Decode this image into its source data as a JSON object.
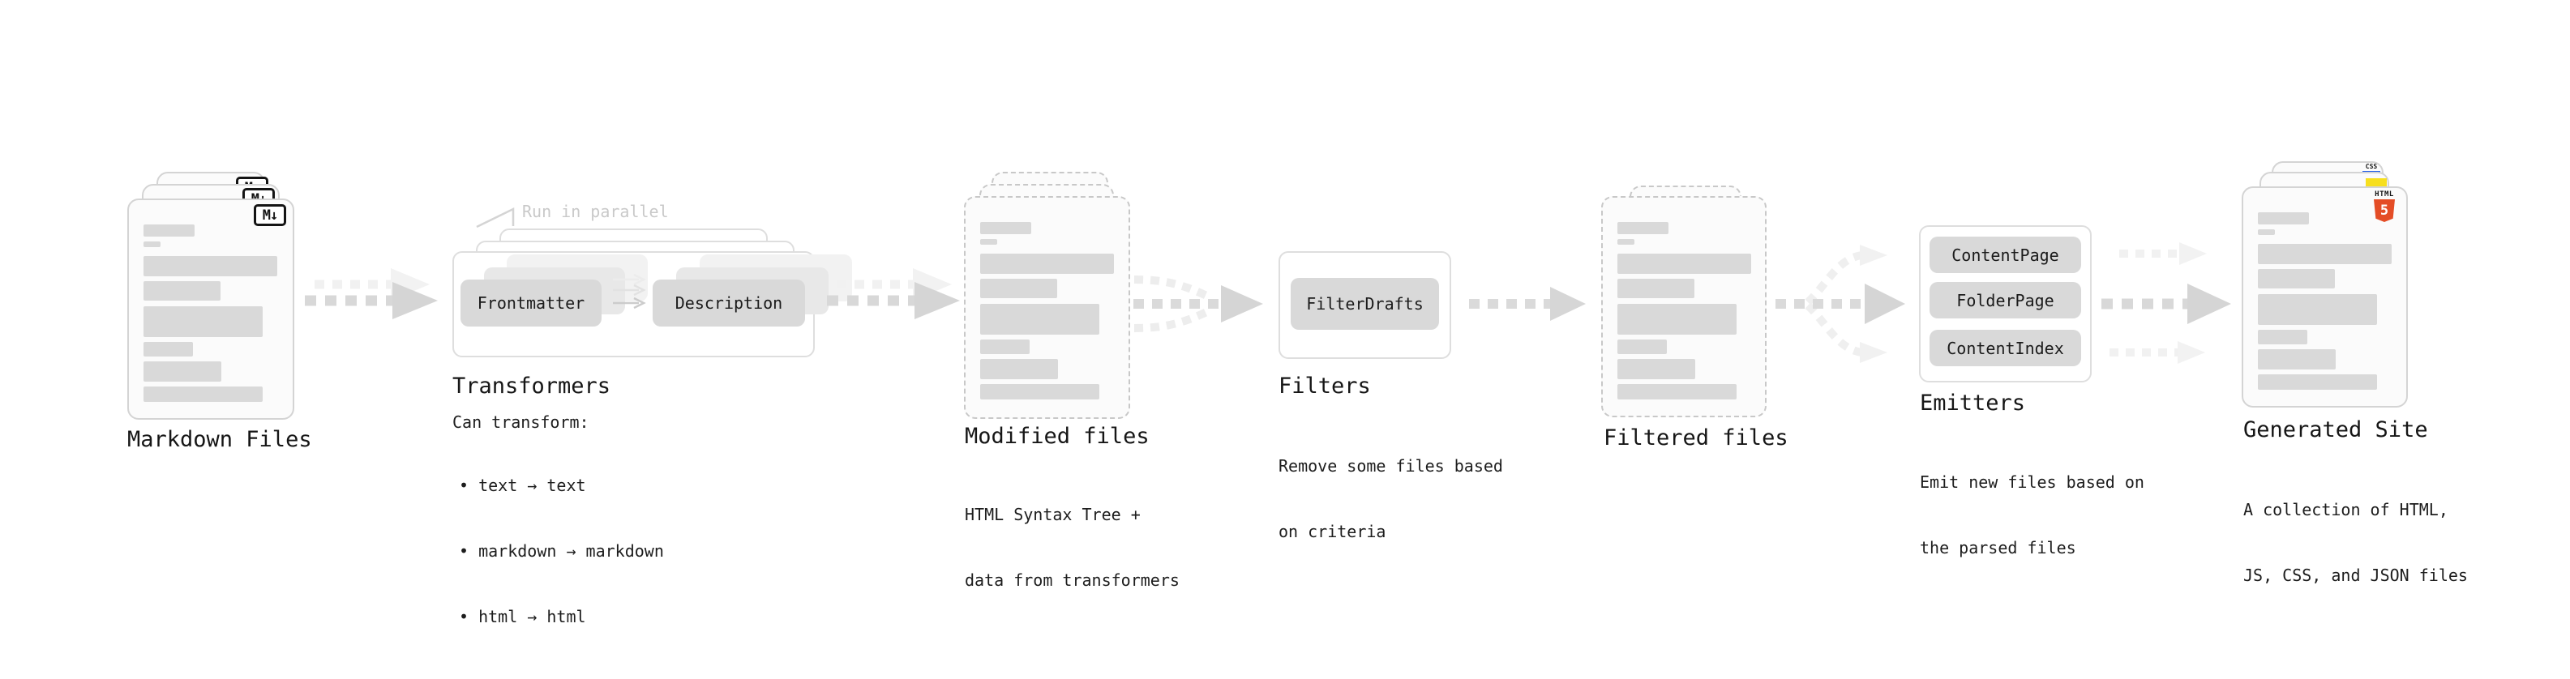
{
  "colors": {
    "card_border": "#d4d4d4",
    "placeholder_gray": "#d9d9d9",
    "arrow_gray": "#d6d6d6",
    "arrow_light": "#f0f0f0",
    "html5_orange": "#e44d26",
    "js_yellow": "#f7df1e",
    "css_blue": "#2862e9"
  },
  "stages": {
    "markdown": {
      "label": "Markdown Files",
      "badge": "M↓"
    },
    "transformers": {
      "label": "Transformers",
      "annotation": "Run in parallel",
      "box_frontmatter": "Frontmatter",
      "box_description": "Description",
      "caption_title": "Can transform:",
      "bullets": [
        "• text → text",
        "• markdown → markdown",
        "• html → html"
      ]
    },
    "modified": {
      "label": "Modified files",
      "caption_line1": "HTML Syntax Tree +",
      "caption_line2": "data from transformers"
    },
    "filters": {
      "label": "Filters",
      "box_filterdrafts": "FilterDrafts",
      "caption_line1": "Remove some files based",
      "caption_line2": "on criteria"
    },
    "filtered": {
      "label": "Filtered files"
    },
    "emitters": {
      "label": "Emitters",
      "box_contentpage": "ContentPage",
      "box_folderpage": "FolderPage",
      "box_contentindex": "ContentIndex",
      "caption_line1": "Emit new files based on",
      "caption_line2": "the parsed files"
    },
    "generated": {
      "label": "Generated Site",
      "caption_line1": "A collection of HTML,",
      "caption_line2": "JS, CSS, and JSON files",
      "badge_css_label": "CSS",
      "badge_html_label": "HTML",
      "badge_html_number": "5"
    }
  }
}
